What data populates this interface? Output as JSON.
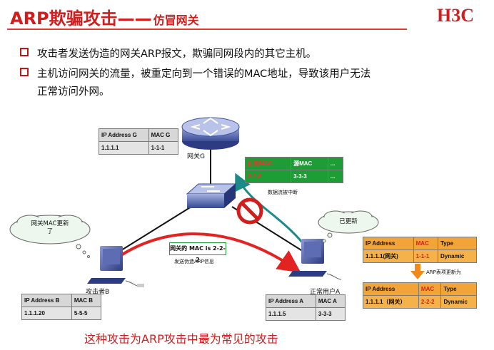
{
  "title": {
    "main": "ARP欺骗攻击",
    "dash": "——",
    "sub": "仿冒网关"
  },
  "logo": "H3C",
  "bullets": [
    {
      "text": "攻击者发送伪造的网关ARP报文，欺骗同网段内的其它主机。"
    },
    {
      "text": "主机访问网关的流量，被重定向到一个错误的MAC地址，导致该用户无法",
      "cont": "正常访问外网。"
    }
  ],
  "gateway_table": {
    "headers": [
      "IP Address G",
      "MAC G"
    ],
    "row": [
      "1.1.1.1",
      "1-1-1"
    ]
  },
  "gateway_label": "网关G",
  "frame_table": {
    "headers": [
      "目的MAC",
      "源MAC",
      "..."
    ],
    "row": [
      "2-2-2",
      "3-3-3",
      "..."
    ]
  },
  "frame_caption": "数据流被中断",
  "cloud_left": "网关MAC更新\n了",
  "cloud_right": "已更新",
  "attacker_label": "攻击者B",
  "user_label": "正常用户A",
  "attacker_table": {
    "headers": [
      "IP Address B",
      "MAC B"
    ],
    "row": [
      "1.1.1.20",
      "5-5-5"
    ]
  },
  "user_table": {
    "headers": [
      "IP Address A",
      "MAC A"
    ],
    "row": [
      "1.1.1.5",
      "3-3-3"
    ]
  },
  "fake_arp": {
    "box": "网关的 MAC is 2-2-2",
    "caption": "发送伪造ARP信息"
  },
  "arp_before": {
    "headers": [
      "IP Address",
      "MAC",
      "Type"
    ],
    "row": [
      "1.1.1.1(网关)",
      "1-1-1",
      "Dynamic"
    ]
  },
  "arp_update_label": "ARP表项更新为",
  "arp_after": {
    "headers": [
      "IP Address",
      "MAC",
      "Type"
    ],
    "row": [
      "1.1.1.1（网关）",
      "2-2-2",
      "Dynamic"
    ]
  },
  "footer": "这种攻击为ARP攻击中最为常见的攻击",
  "colors": {
    "title": "#d21d1d",
    "green_table": "#1d9d35",
    "orange_table": "#f5b14a",
    "attack_arrow": "#e32222",
    "flow_arrow": "#1d8a8a"
  }
}
